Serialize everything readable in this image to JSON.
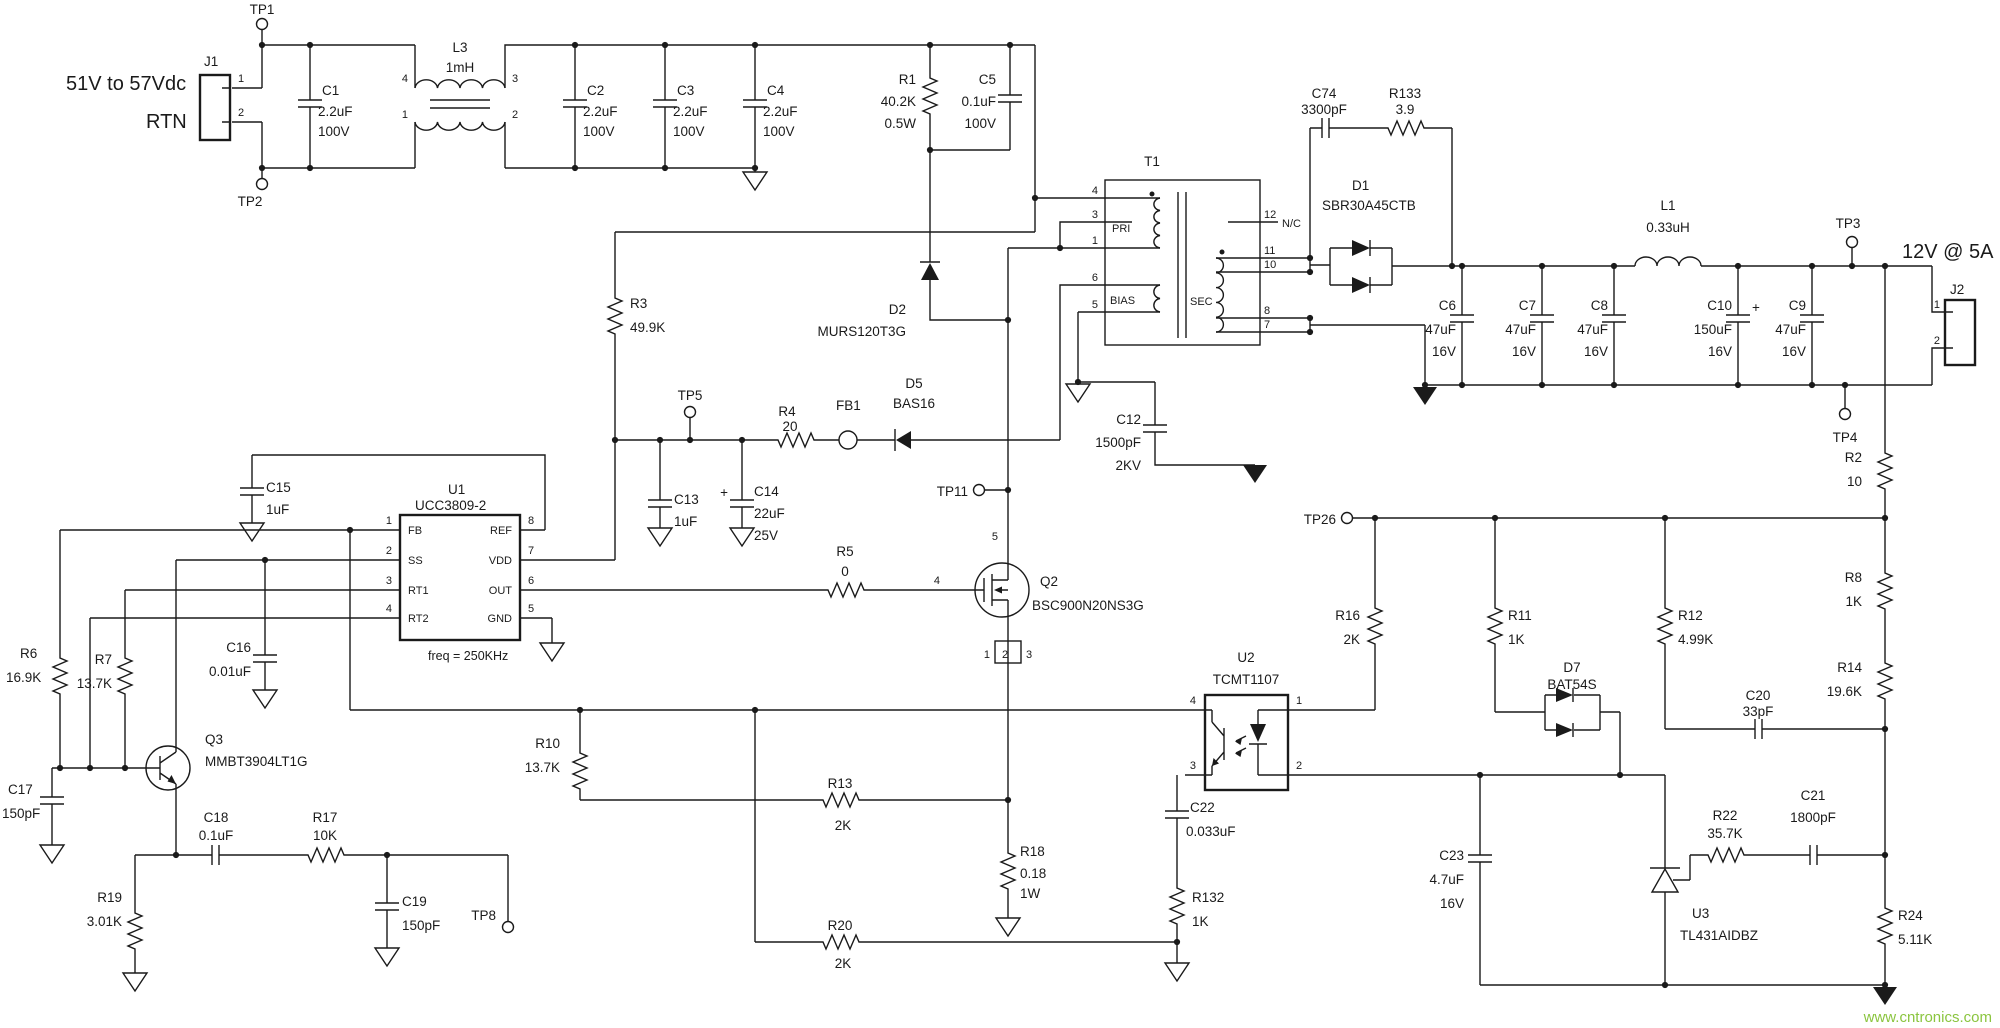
{
  "notes": {
    "input_voltage": "51V to 57Vdc",
    "input_return": "RTN",
    "output_rating": "12V @ 5A",
    "freq": "freq = 250KHz",
    "pri": "PRI",
    "bias": "BIAS",
    "sec": "SEC",
    "nc": "N/C",
    "plus": "+",
    "watermark": "www.cntronics.com"
  },
  "testpoints": {
    "tp1": "TP1",
    "tp2": "TP2",
    "tp3": "TP3",
    "tp4": "TP4",
    "tp5": "TP5",
    "tp8": "TP8",
    "tp11": "TP11",
    "tp26": "TP26"
  },
  "parts": {
    "j1": {
      "ref": "J1"
    },
    "j2": {
      "ref": "J2"
    },
    "t1": {
      "ref": "T1"
    },
    "fb1": {
      "ref": "FB1"
    },
    "l1": {
      "ref": "L1",
      "v1": "0.33uH"
    },
    "l3": {
      "ref": "L3",
      "v1": "1mH"
    },
    "u1": {
      "ref": "U1",
      "v1": "UCC3809-2"
    },
    "u2": {
      "ref": "U2",
      "v1": "TCMT1107"
    },
    "u3": {
      "ref": "U3",
      "v1": "TL431AIDBZ"
    },
    "q2": {
      "ref": "Q2",
      "v1": "BSC900N20NS3G"
    },
    "q3": {
      "ref": "Q3",
      "v1": "MMBT3904LT1G"
    },
    "d1": {
      "ref": "D1",
      "v1": "SBR30A45CTB"
    },
    "d2": {
      "ref": "D2",
      "v1": "MURS120T3G"
    },
    "d5": {
      "ref": "D5",
      "v1": "BAS16"
    },
    "d7": {
      "ref": "D7",
      "v1": "BAT54S"
    },
    "c1": {
      "ref": "C1",
      "v1": "2.2uF",
      "v2": "100V"
    },
    "c2": {
      "ref": "C2",
      "v1": "2.2uF",
      "v2": "100V"
    },
    "c3": {
      "ref": "C3",
      "v1": "2.2uF",
      "v2": "100V"
    },
    "c4": {
      "ref": "C4",
      "v1": "2.2uF",
      "v2": "100V"
    },
    "c5": {
      "ref": "C5",
      "v1": "0.1uF",
      "v2": "100V"
    },
    "c6": {
      "ref": "C6",
      "v1": "47uF",
      "v2": "16V"
    },
    "c7": {
      "ref": "C7",
      "v1": "47uF",
      "v2": "16V"
    },
    "c8": {
      "ref": "C8",
      "v1": "47uF",
      "v2": "16V"
    },
    "c9": {
      "ref": "C9",
      "v1": "47uF",
      "v2": "16V"
    },
    "c10": {
      "ref": "C10",
      "v1": "150uF",
      "v2": "16V"
    },
    "c12": {
      "ref": "C12",
      "v1": "1500pF",
      "v2": "2KV"
    },
    "c13": {
      "ref": "C13",
      "v1": "1uF"
    },
    "c14": {
      "ref": "C14",
      "v1": "22uF",
      "v2": "25V"
    },
    "c15": {
      "ref": "C15",
      "v1": "1uF"
    },
    "c16": {
      "ref": "C16",
      "v1": "0.01uF"
    },
    "c17": {
      "ref": "C17",
      "v1": "150pF"
    },
    "c18": {
      "ref": "C18",
      "v1": "0.1uF"
    },
    "c19": {
      "ref": "C19",
      "v1": "150pF"
    },
    "c20": {
      "ref": "C20",
      "v1": "33pF"
    },
    "c21": {
      "ref": "C21",
      "v1": "1800pF"
    },
    "c22": {
      "ref": "C22",
      "v1": "0.033uF"
    },
    "c23": {
      "ref": "C23",
      "v1": "4.7uF",
      "v2": "16V"
    },
    "c74": {
      "ref": "C74",
      "v1": "3300pF"
    },
    "r1": {
      "ref": "R1",
      "v1": "40.2K",
      "v2": "0.5W"
    },
    "r2": {
      "ref": "R2",
      "v1": "10"
    },
    "r3": {
      "ref": "R3",
      "v1": "49.9K"
    },
    "r4": {
      "ref": "R4",
      "v1": "20"
    },
    "r5": {
      "ref": "R5",
      "v1": "0"
    },
    "r6": {
      "ref": "R6",
      "v1": "16.9K"
    },
    "r7": {
      "ref": "R7",
      "v1": "13.7K"
    },
    "r8": {
      "ref": "R8",
      "v1": "1K"
    },
    "r10": {
      "ref": "R10",
      "v1": "13.7K"
    },
    "r11": {
      "ref": "R11",
      "v1": "1K"
    },
    "r12": {
      "ref": "R12",
      "v1": "4.99K"
    },
    "r13": {
      "ref": "R13",
      "v1": "2K"
    },
    "r14": {
      "ref": "R14",
      "v1": "19.6K"
    },
    "r16": {
      "ref": "R16",
      "v1": "2K"
    },
    "r17": {
      "ref": "R17",
      "v1": "10K"
    },
    "r18": {
      "ref": "R18",
      "v1": "0.18",
      "v2": "1W"
    },
    "r19": {
      "ref": "R19",
      "v1": "3.01K"
    },
    "r20": {
      "ref": "R20",
      "v1": "2K"
    },
    "r22": {
      "ref": "R22",
      "v1": "35.7K"
    },
    "r24": {
      "ref": "R24",
      "v1": "5.11K"
    },
    "r132": {
      "ref": "R132",
      "v1": "1K"
    },
    "r133": {
      "ref": "R133",
      "v1": "3.9"
    }
  },
  "pins": {
    "j1": [
      "1",
      "2"
    ],
    "j2": [
      "1",
      "2"
    ],
    "l3": {
      "p4": "4",
      "p3": "3",
      "p1": "1",
      "p2": "2"
    },
    "t1": {
      "p4": "4",
      "p3": "3",
      "p1": "1",
      "p6": "6",
      "p5": "5",
      "p12": "12",
      "p11": "11",
      "p10": "10",
      "p8": "8",
      "p7": "7"
    },
    "u1": {
      "n1": "1",
      "n2": "2",
      "n3": "3",
      "n4": "4",
      "n5": "5",
      "n6": "6",
      "n7": "7",
      "n8": "8",
      "fb": "FB",
      "ss": "SS",
      "rt1": "RT1",
      "rt2": "RT2",
      "ref": "REF",
      "vdd": "VDD",
      "out": "OUT",
      "gnd": "GND"
    },
    "u2": {
      "n1": "1",
      "n2": "2",
      "n3": "3",
      "n4": "4"
    },
    "q2": {
      "gate": "4",
      "drain": "5",
      "s1": "1",
      "s2": "2",
      "s3": "3"
    }
  },
  "colors": {
    "wire": "#1a1a1a",
    "text": "#1a1a1a",
    "watermark": "#8bc53f",
    "background": "#ffffff"
  }
}
